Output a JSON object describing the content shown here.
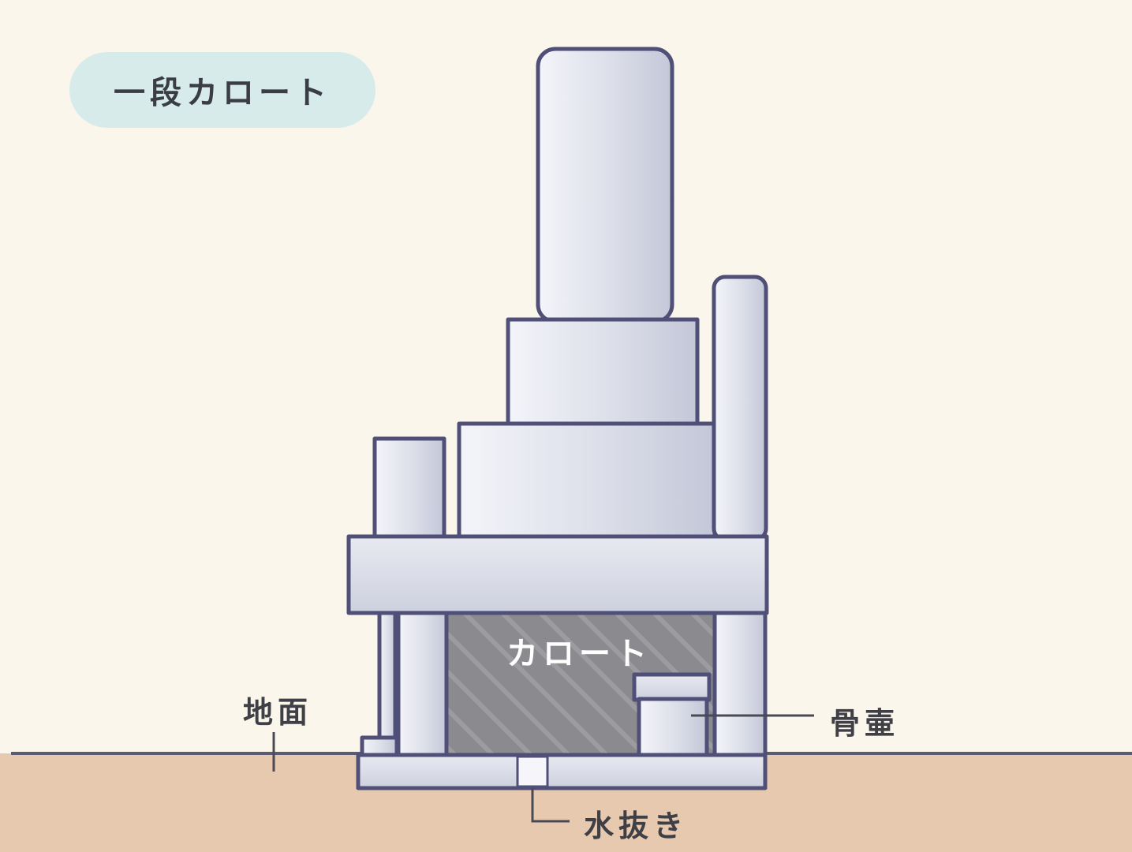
{
  "title": "一段カロート",
  "labels": {
    "ground": "地面",
    "karoto": "カロート",
    "urn": "骨壷",
    "drain": "水抜き"
  },
  "colors": {
    "background": "#fbf6ec",
    "ground": "#e7c9af",
    "stone_outline": "#4f4f77",
    "stone_fill": "#d8dae6",
    "karoto_fill": "#8a8a8e",
    "title_pill": "#d7ebea",
    "text": "#3f3f46"
  }
}
